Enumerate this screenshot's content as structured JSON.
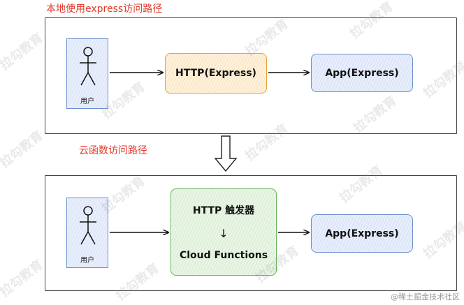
{
  "top_section": {
    "title": "本地使用express访问路径",
    "user_label": "用户",
    "http_box": "HTTP(Express)",
    "app_box": "App(Express)"
  },
  "bottom_section": {
    "title": "云函数访问路径",
    "user_label": "用户",
    "trigger_box": {
      "line1": "HTTP 触发器",
      "arrow": "↓",
      "line2": "Cloud Functions"
    },
    "app_box": "App(Express)"
  },
  "watermark": "拉勾教育",
  "credit": "@稀土掘金技术社区",
  "colors": {
    "label_red": "#e23a2b",
    "orange": "#e6a23c",
    "blue": "#6b8fd1",
    "green": "#69b35a"
  }
}
